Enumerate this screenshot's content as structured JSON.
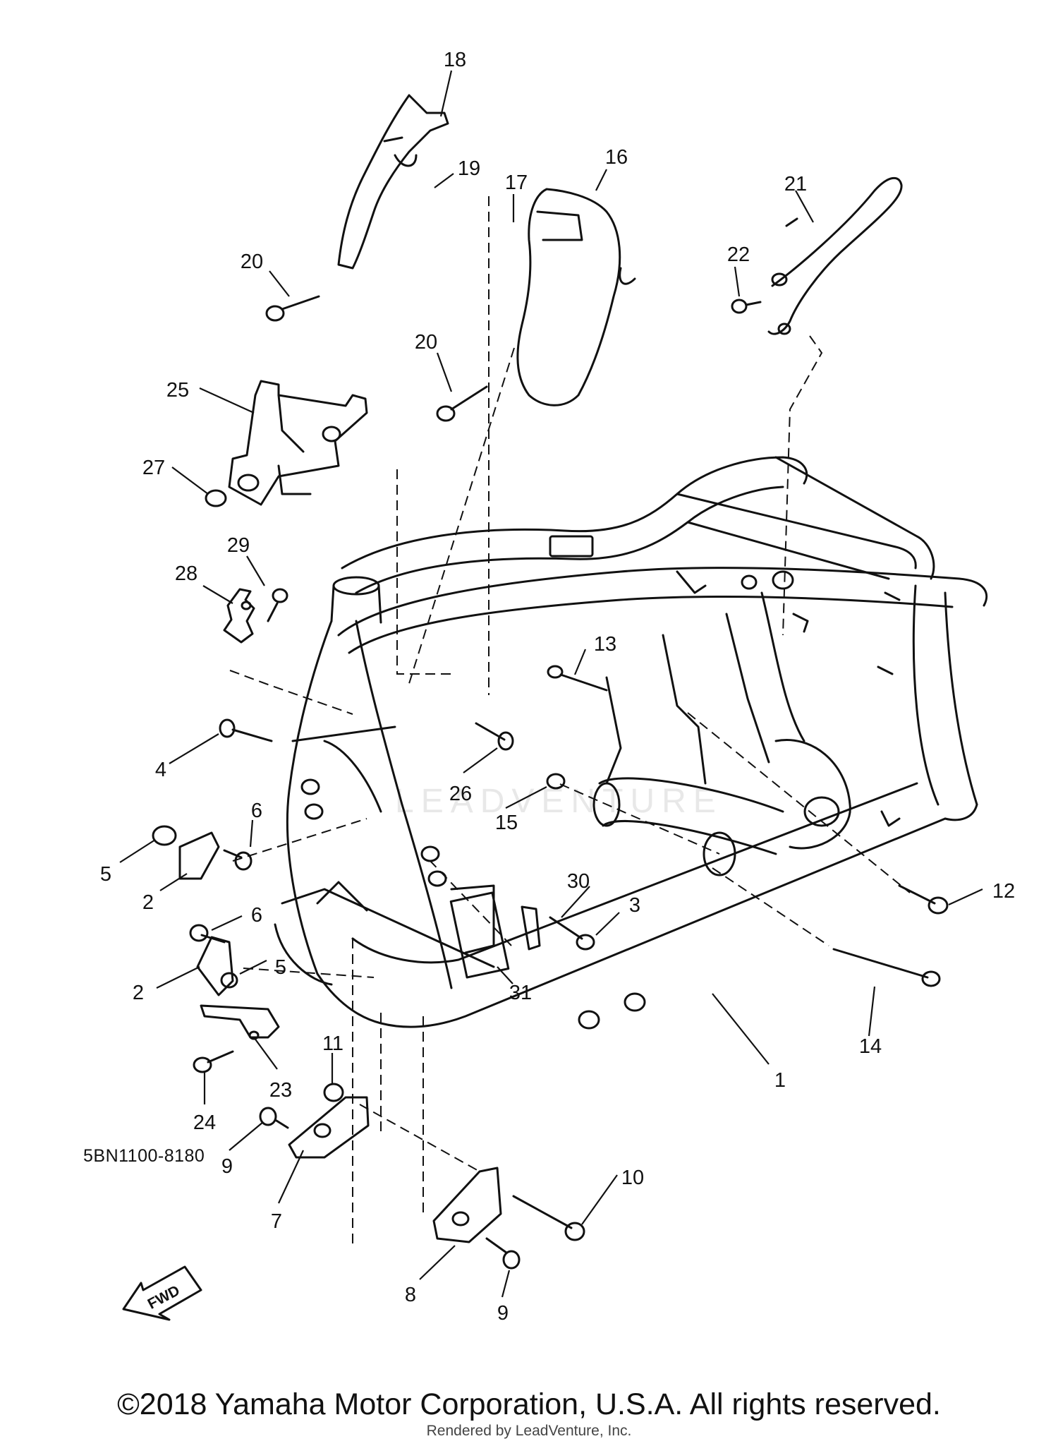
{
  "diagram": {
    "code": "5BN1100-8180",
    "fwd_label": "FWD",
    "copyright": "©2018 Yamaha Motor Corporation, U.S.A. All rights reserved.",
    "rendered_by": "Rendered by LeadVenture, Inc.",
    "watermark": "LEADVENTURE",
    "callouts": [
      "18",
      "19",
      "17",
      "16",
      "21",
      "22",
      "20",
      "20",
      "25",
      "27",
      "29",
      "28",
      "13",
      "4",
      "26",
      "6",
      "15",
      "5",
      "2",
      "12",
      "30",
      "3",
      "6",
      "5",
      "2",
      "31",
      "14",
      "11",
      "1",
      "23",
      "24",
      "9",
      "7",
      "10",
      "8",
      "9"
    ]
  }
}
